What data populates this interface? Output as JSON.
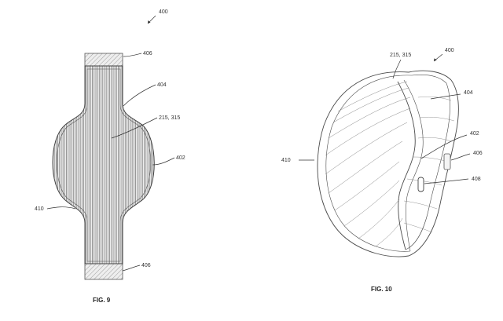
{
  "figure9": {
    "caption": "FIG. 9",
    "refs": {
      "assembly": "400",
      "end_cap_top": "406",
      "band": "404",
      "display": "215, 315",
      "body": "402",
      "edge": "410",
      "end_cap_bottom": "406"
    }
  },
  "figure10": {
    "caption": "FIG. 10",
    "refs": {
      "assembly": "400",
      "display": "215, 315",
      "band": "404",
      "edge": "410",
      "body": "402",
      "clasp": "406",
      "button": "408"
    }
  },
  "colors": {
    "ink": "#4a4a4a",
    "hatch": "#7a7a7a",
    "end_cap_fill": "#e6e6e6"
  }
}
